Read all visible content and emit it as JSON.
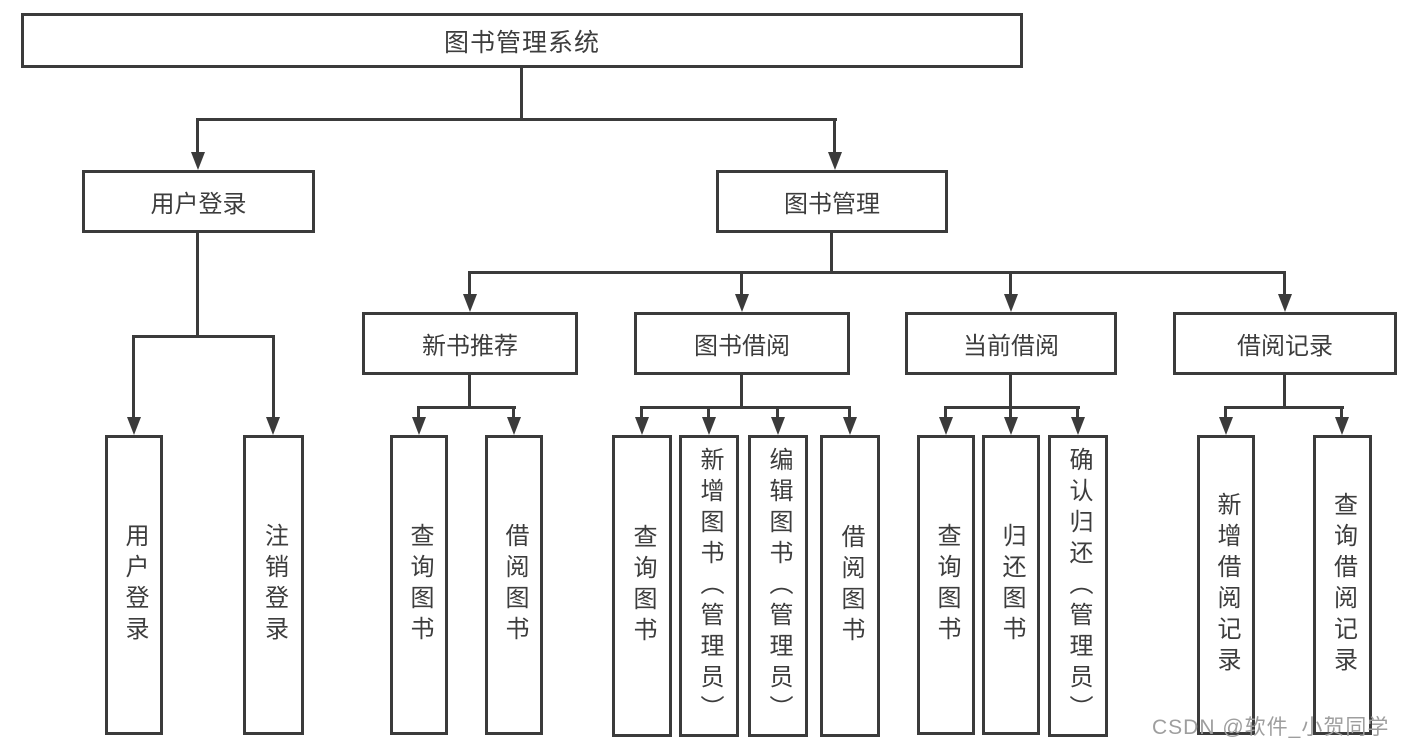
{
  "colors": {
    "line": "#3b3b3b",
    "text": "#3d3d3d",
    "background": "#ffffff",
    "watermark": "#9e9e9e"
  },
  "watermark": {
    "text": "CSDN @软件_小贺同学"
  },
  "diagram": {
    "type": "hierarchy-tree",
    "root": {
      "label": "图书管理系统"
    },
    "branches": [
      {
        "label": "用户登录",
        "children": [
          {
            "label": "用户登录"
          },
          {
            "label": "注销登录"
          }
        ]
      },
      {
        "label": "图书管理",
        "children": [
          {
            "label": "新书推荐",
            "children": [
              {
                "label": "查询图书"
              },
              {
                "label": "借阅图书"
              }
            ]
          },
          {
            "label": "图书借阅",
            "children": [
              {
                "label": "查询图书"
              },
              {
                "label": "新增图书（管理员）"
              },
              {
                "label": "编辑图书（管理员）"
              },
              {
                "label": "借阅图书"
              }
            ]
          },
          {
            "label": "当前借阅",
            "children": [
              {
                "label": "查询图书"
              },
              {
                "label": "归还图书"
              },
              {
                "label": "确认归还（管理员）"
              }
            ]
          },
          {
            "label": "借阅记录",
            "children": [
              {
                "label": "新增借阅记录"
              },
              {
                "label": "查询借阅记录"
              }
            ]
          }
        ]
      }
    ]
  }
}
